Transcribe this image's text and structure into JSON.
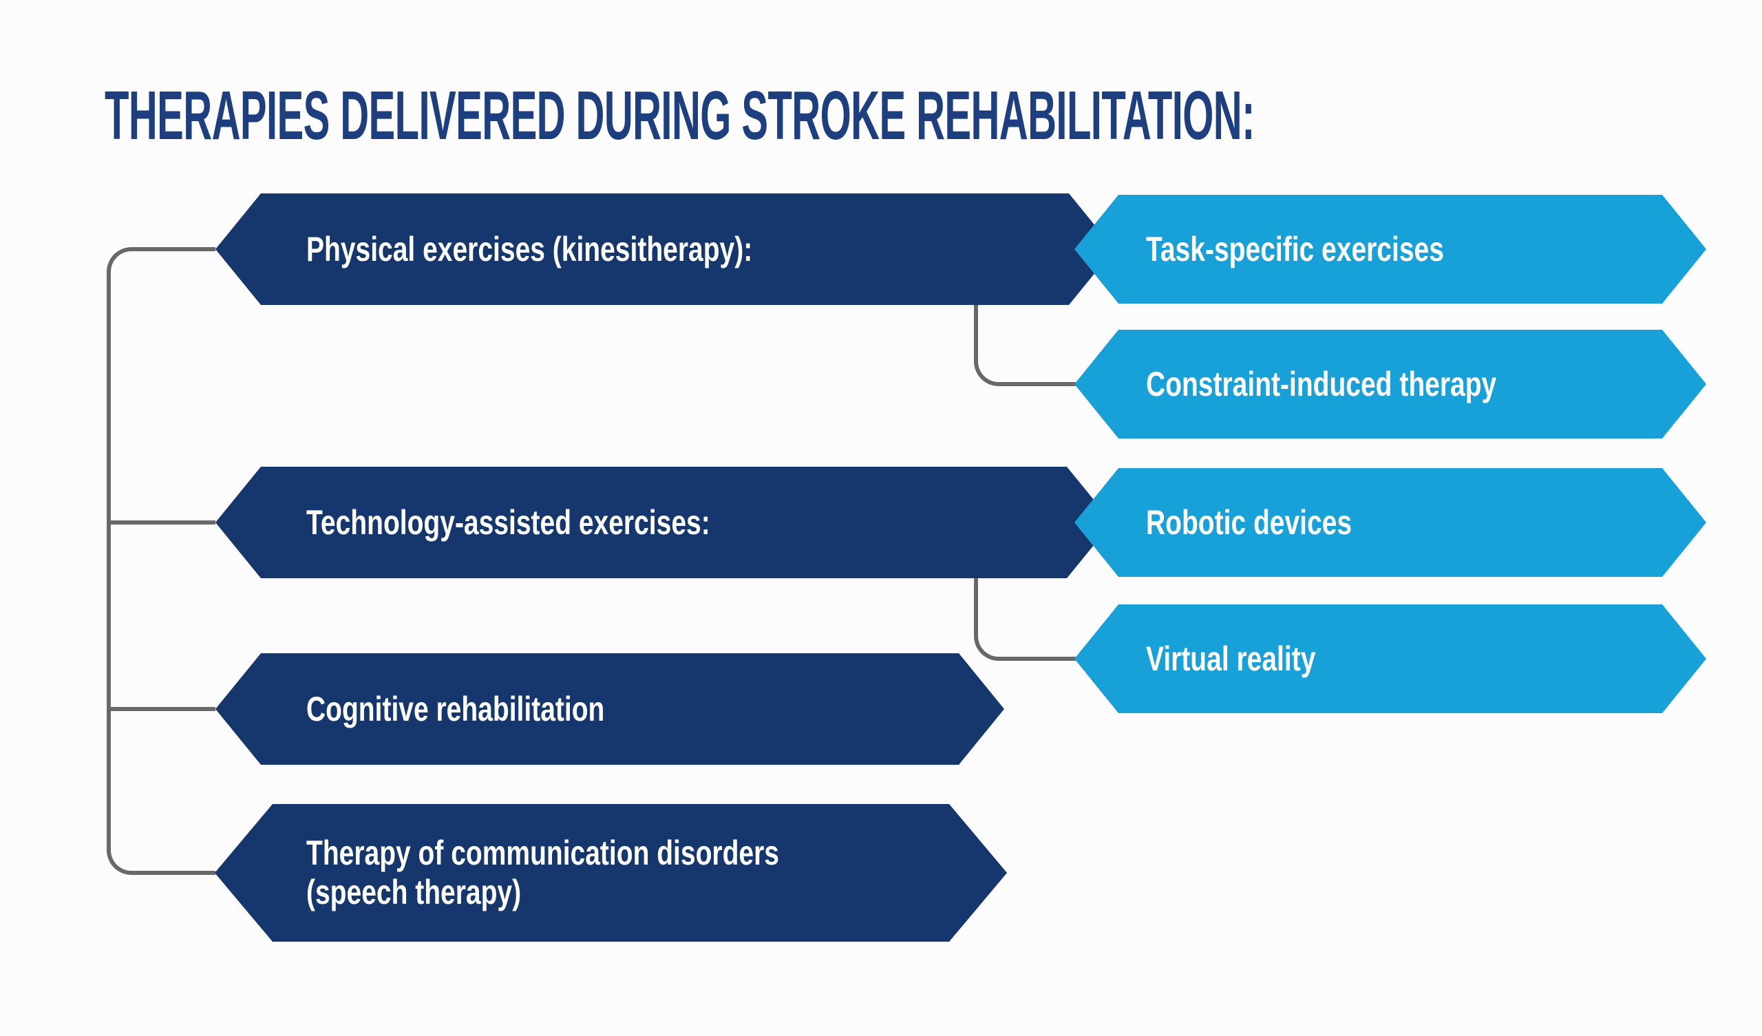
{
  "title": "THERAPIES DELIVERED DURING STROKE REHABILITATION:",
  "colors": {
    "dark_box": "#15376d",
    "light_box": "#18a0d9",
    "title_text": "#1d3f7f",
    "connector": "#686868",
    "box_text": "#ffffff",
    "background": "#fcfcfd"
  },
  "main_branches": [
    {
      "label": "Physical exercises (kinesitherapy):",
      "children": [
        "Task-specific exercises",
        "Constraint-induced therapy"
      ]
    },
    {
      "label": "Technology-assisted exercises:",
      "children": [
        "Robotic devices",
        "Virtual reality"
      ]
    },
    {
      "label": "Cognitive rehabilitation",
      "children": []
    },
    {
      "label": "Therapy of communication disorders (speech therapy)",
      "children": []
    }
  ]
}
